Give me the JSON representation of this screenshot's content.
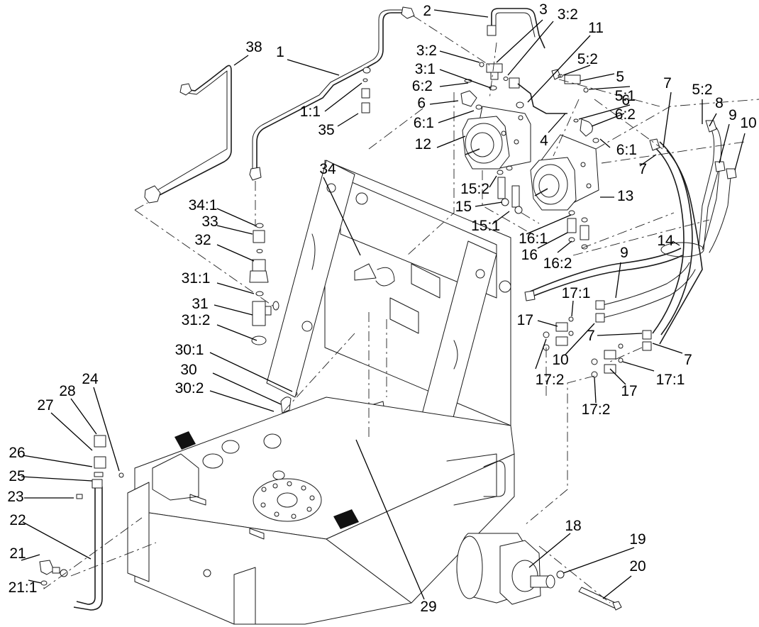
{
  "diagram": {
    "type": "exploded-parts-view",
    "subject": "Hydraulic pumps, tubes, hoses and frame assembly",
    "line_color": "#1a1a1a",
    "background": "#ffffff",
    "callouts": [
      {
        "label": "1",
        "part": "hydraulic-tube"
      },
      {
        "label": "1:1",
        "part": "o-ring"
      },
      {
        "label": "2",
        "part": "hydraulic-tube"
      },
      {
        "label": "3",
        "part": "tee-fitting"
      },
      {
        "label": "3:2",
        "part": "o-ring"
      },
      {
        "label": "3:2",
        "part": "o-ring"
      },
      {
        "label": "3:1",
        "part": "o-ring"
      },
      {
        "label": "4",
        "part": "hydraulic-tube"
      },
      {
        "label": "5:2",
        "part": "o-ring"
      },
      {
        "label": "5",
        "part": "hydraulic-fitting"
      },
      {
        "label": "5:1",
        "part": "o-ring"
      },
      {
        "label": "6:2",
        "part": "o-ring"
      },
      {
        "label": "6",
        "part": "elbow-fitting"
      },
      {
        "label": "6:1",
        "part": "o-ring"
      },
      {
        "label": "6:2",
        "part": "o-ring"
      },
      {
        "label": "6",
        "part": "elbow-fitting"
      },
      {
        "label": "6:1",
        "part": "o-ring"
      },
      {
        "label": "7",
        "part": "hydraulic-hose"
      },
      {
        "label": "7",
        "part": "hydraulic-hose"
      },
      {
        "label": "5:2",
        "part": "o-ring"
      },
      {
        "label": "8",
        "part": "hydraulic-hose"
      },
      {
        "label": "9",
        "part": "hydraulic-hose"
      },
      {
        "label": "10",
        "part": "hydraulic-hose"
      },
      {
        "label": "11",
        "part": "plug"
      },
      {
        "label": "12",
        "part": "hydraulic-pump"
      },
      {
        "label": "13",
        "part": "hydraulic-pump"
      },
      {
        "label": "14",
        "part": "cable-tie"
      },
      {
        "label": "15:2",
        "part": "o-ring"
      },
      {
        "label": "15",
        "part": "hydraulic-fitting"
      },
      {
        "label": "15:1",
        "part": "o-ring"
      },
      {
        "label": "16:1",
        "part": "o-ring"
      },
      {
        "label": "16",
        "part": "hydraulic-fitting"
      },
      {
        "label": "16:2",
        "part": "o-ring"
      },
      {
        "label": "9",
        "part": "hydraulic-hose"
      },
      {
        "label": "17:1",
        "part": "o-ring"
      },
      {
        "label": "17",
        "part": "hydraulic-fitting"
      },
      {
        "label": "7",
        "part": "hydraulic-hose"
      },
      {
        "label": "10",
        "part": "hydraulic-hose"
      },
      {
        "label": "7",
        "part": "hydraulic-hose"
      },
      {
        "label": "17:2",
        "part": "o-ring"
      },
      {
        "label": "17:1",
        "part": "o-ring"
      },
      {
        "label": "17",
        "part": "hydraulic-fitting"
      },
      {
        "label": "17:2",
        "part": "o-ring"
      },
      {
        "label": "18",
        "part": "hydraulic-motor"
      },
      {
        "label": "19",
        "part": "lock-washer"
      },
      {
        "label": "20",
        "part": "cap-screw"
      },
      {
        "label": "21",
        "part": "elbow-fitting"
      },
      {
        "label": "21:1",
        "part": "o-ring"
      },
      {
        "label": "22",
        "part": "hose"
      },
      {
        "label": "23",
        "part": "screw"
      },
      {
        "label": "24",
        "part": "nut"
      },
      {
        "label": "25",
        "part": "clamp"
      },
      {
        "label": "26",
        "part": "hose-clamp"
      },
      {
        "label": "27",
        "part": "filler-neck"
      },
      {
        "label": "28",
        "part": "cap"
      },
      {
        "label": "29",
        "part": "bracket"
      },
      {
        "label": "30:1",
        "part": "o-ring"
      },
      {
        "label": "30",
        "part": "elbow-fitting"
      },
      {
        "label": "30:2",
        "part": "o-ring"
      },
      {
        "label": "31:1",
        "part": "o-ring"
      },
      {
        "label": "31",
        "part": "tee-fitting"
      },
      {
        "label": "31:2",
        "part": "o-ring"
      },
      {
        "label": "32",
        "part": "adapter"
      },
      {
        "label": "33",
        "part": "bolt"
      },
      {
        "label": "34:1",
        "part": "o-ring"
      },
      {
        "label": "34",
        "part": "hydraulic-fitting"
      },
      {
        "label": "35",
        "part": "hydraulic-fitting"
      },
      {
        "label": "38",
        "part": "hydraulic-tube"
      }
    ]
  }
}
